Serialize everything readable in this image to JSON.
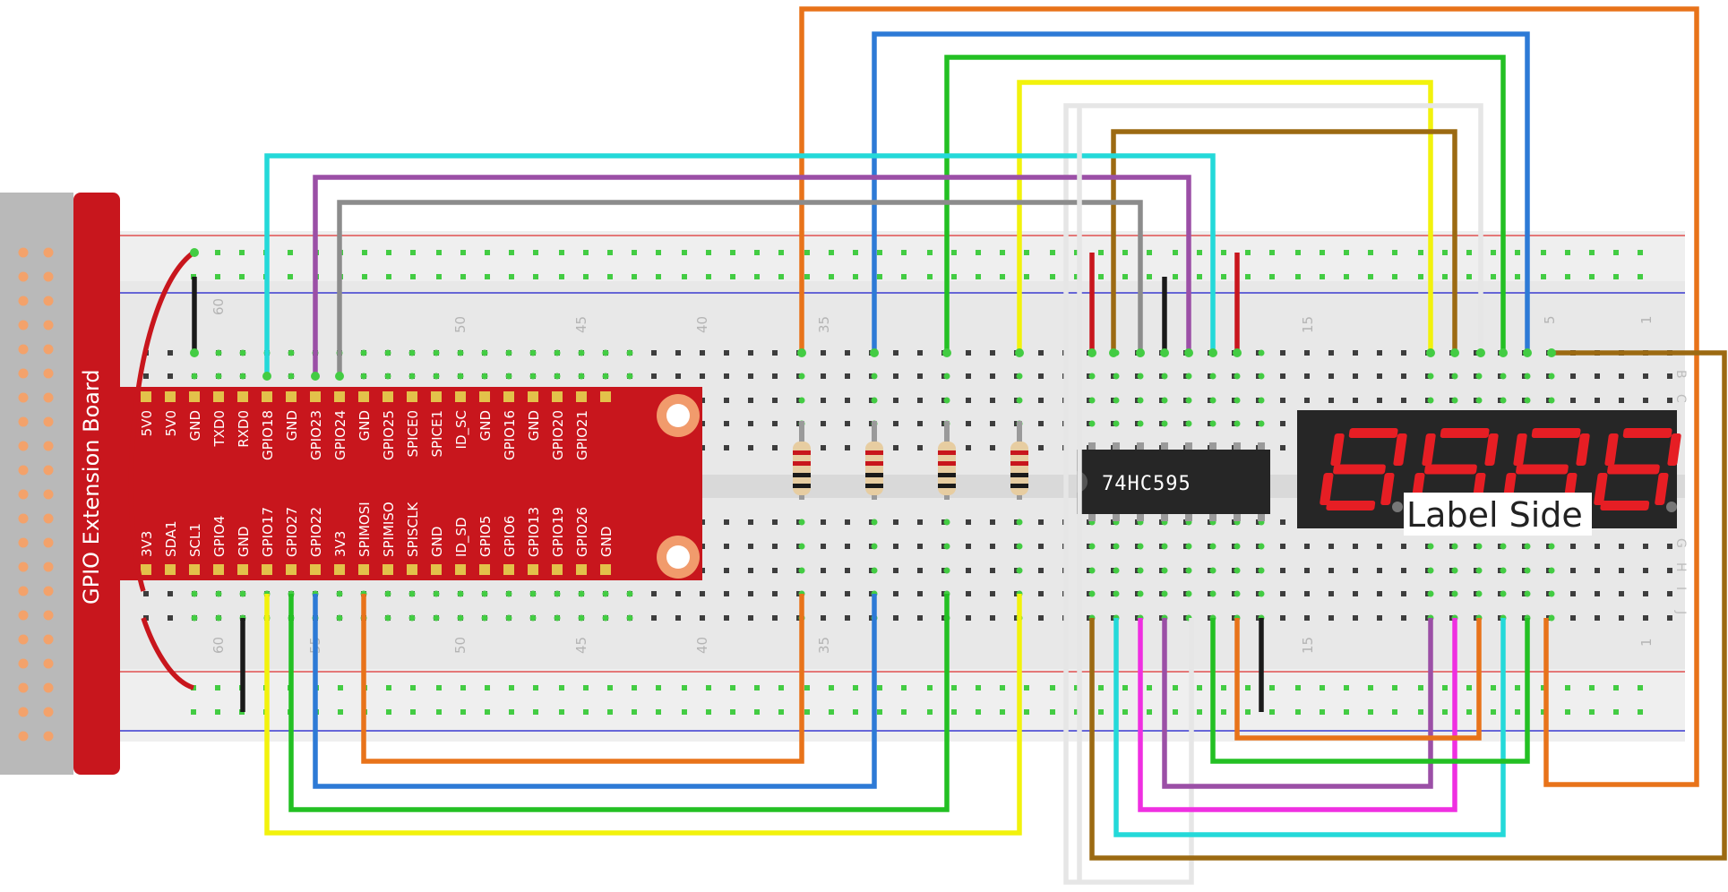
{
  "extension_board": {
    "label": "GPIO Extension Board",
    "top_pins": [
      "5V0",
      "5V0",
      "GND",
      "TXD0",
      "RXD0",
      "GPIO18",
      "GND",
      "GPIO23",
      "GPIO24",
      "GND",
      "GPIO25",
      "SPICE0",
      "SPICE1",
      "ID_SC",
      "GND",
      "GPIO16",
      "GND",
      "GPIO20",
      "GPIO21"
    ],
    "bottom_pins": [
      "3V3",
      "SDA1",
      "SCL1",
      "GPIO4",
      "GND",
      "GPIO17",
      "GPIO27",
      "GPIO22",
      "3V3",
      "SPIMOSI",
      "SPIMISO",
      "SPISCLK",
      "GND",
      "ID_SD",
      "GPIO5",
      "GPIO6",
      "GPIO13",
      "GPIO19",
      "GPIO26",
      "GND"
    ]
  },
  "breadboard": {
    "top_column_numbers": [
      "60",
      "50",
      "45",
      "40",
      "35",
      "15",
      "5",
      "1"
    ],
    "bottom_column_numbers": [
      "60",
      "55",
      "50",
      "45",
      "40",
      "35",
      "15",
      "1"
    ],
    "row_letters_right": [
      "B",
      "C",
      "G",
      "H",
      "I",
      "J"
    ]
  },
  "shift_register": {
    "label": "74HC595"
  },
  "display": {
    "digits": "8888",
    "label": "Label Side"
  },
  "colors": {
    "board_red": "#c8161d",
    "segment_red": "#e61e24",
    "wire_orange": "#e8731a",
    "wire_blue": "#2d7ad6",
    "wire_green": "#23c023",
    "wire_yellow": "#f2f20c",
    "wire_white": "#e6e6e6",
    "wire_brown": "#9c6a12",
    "wire_cyan": "#24d9d9",
    "wire_purple": "#9b4fa6",
    "wire_gray": "#8c8c8c",
    "wire_magenta": "#ef2fe1",
    "wire_black": "#1a1a1a"
  }
}
